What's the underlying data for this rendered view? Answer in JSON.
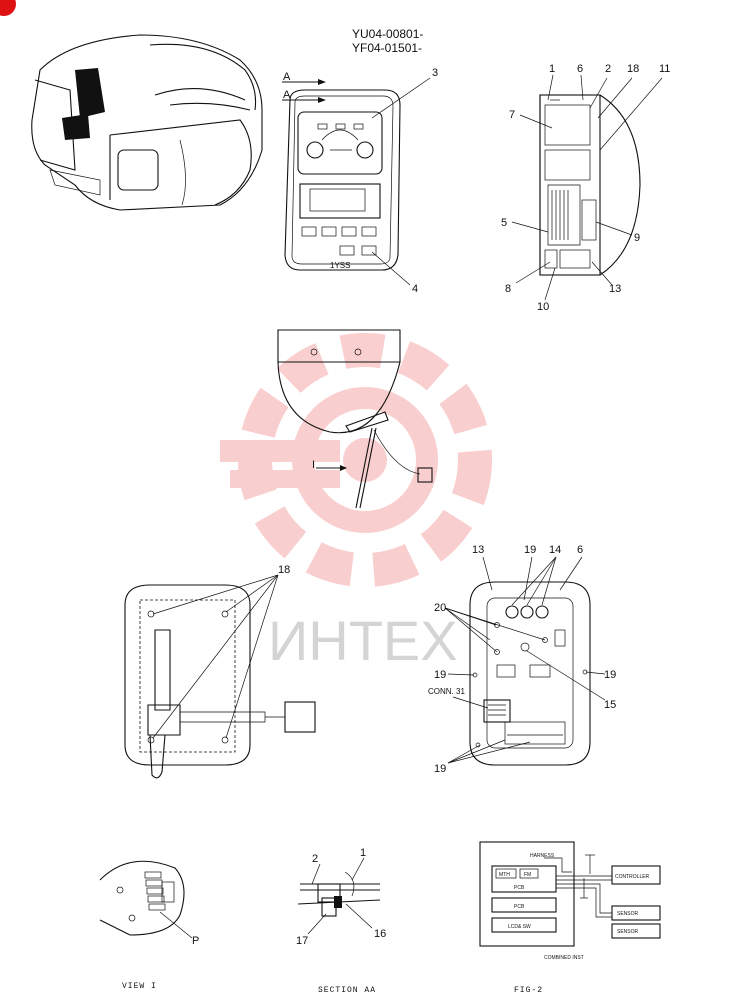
{
  "serials": {
    "line1": "YU04-00801-",
    "line2": "YF04-01501-"
  },
  "watermark": {
    "text": "ИНТЕХ",
    "color": "#f08080"
  },
  "panel_front": {
    "arrow_a": "A",
    "callouts": [
      "3",
      "4"
    ],
    "brand": "1YSS"
  },
  "section_view": {
    "callouts": [
      "1",
      "6",
      "2",
      "18",
      "11",
      "7",
      "5",
      "9",
      "8",
      "13",
      "10"
    ]
  },
  "cover": {
    "arrow_i": "I"
  },
  "back_left": {
    "callout": "18"
  },
  "back_right": {
    "callouts": [
      "13",
      "19",
      "14",
      "6",
      "20",
      "19",
      "19",
      "15",
      "19"
    ],
    "conn_label": "CONN. 31"
  },
  "view_i": {
    "callout": "P",
    "caption": "VIEW I"
  },
  "section_aa": {
    "callouts": [
      "2",
      "1",
      "17",
      "16"
    ],
    "caption": "SECTION AA"
  },
  "fig2": {
    "caption": "FIG-2",
    "harness": "HARNESS",
    "mth": "MTH",
    "fm": "FM",
    "pcb1": "PCB",
    "pcb2": "PCB",
    "lcd": "LCD& SW",
    "controller": "CONTROLLER",
    "sensor1": "SENSOR",
    "sensor2": "SENSOR",
    "combined": "COMBINED INST"
  }
}
